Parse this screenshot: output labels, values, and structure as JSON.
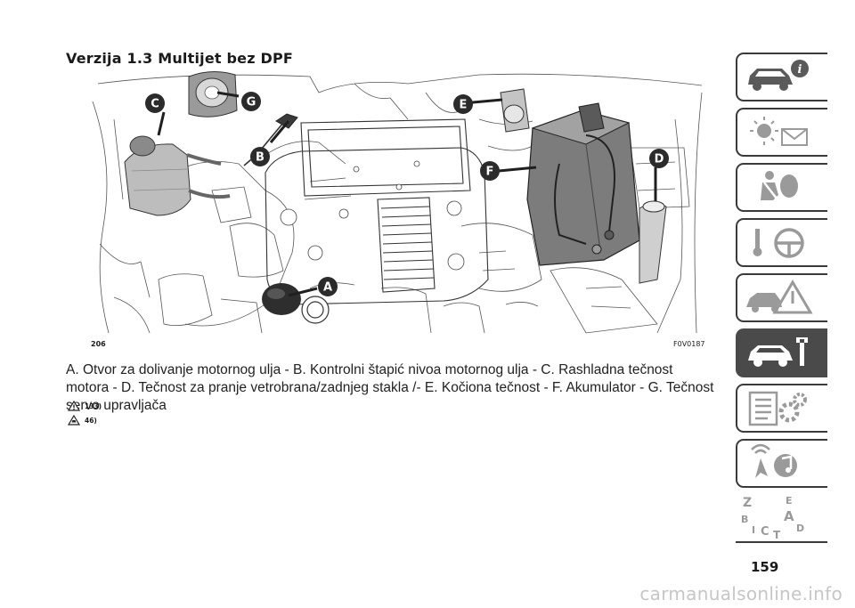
{
  "section_title": "Verzija 1.3 Multijet bez DPF",
  "figure": {
    "number": "206",
    "code": "F0V0187",
    "callouts": [
      "A",
      "B",
      "C",
      "D",
      "E",
      "F",
      "G"
    ]
  },
  "caption": "A. Otvor za dolivanje motornog ulja - B. Kontrolni štapić nivoa motornog ulja - C. Rashladna tečnost motora - D. Tečnost za pranje vetrobrana/zadnjeg stakla /- E. Kočiona tečnost - F. Akumulator - G. Tečnost servo upravljača",
  "references": [
    {
      "icon": "warning-triangle-icon",
      "text": "133)"
    },
    {
      "icon": "caution-triangle-icon",
      "text": "46)"
    }
  ],
  "page_number": "159",
  "watermark": "carmanualsonline.info",
  "side_tabs": [
    {
      "icon": "car-info-icon",
      "active": false
    },
    {
      "icon": "warning-lights-icon",
      "active": false
    },
    {
      "icon": "airbag-seatbelt-icon",
      "active": false
    },
    {
      "icon": "steering-wheel-icon",
      "active": false
    },
    {
      "icon": "emergency-triangle-icon",
      "active": false
    },
    {
      "icon": "car-maintenance-icon",
      "active": true
    },
    {
      "icon": "specifications-icon",
      "active": false
    },
    {
      "icon": "multimedia-icon",
      "active": false
    },
    {
      "icon": "index-icon",
      "active": false
    }
  ],
  "colors": {
    "active_tab": "#4a4a4a",
    "tab_border": "#3a3a3a",
    "callout_fill": "#2b2b2b"
  }
}
